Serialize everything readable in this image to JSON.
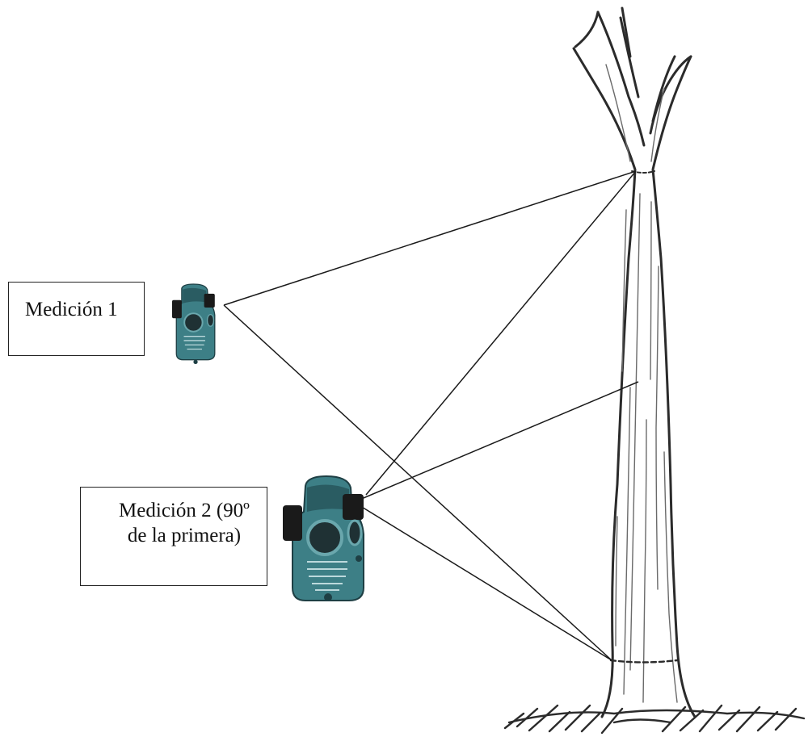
{
  "labels": {
    "measurement_1": "Medición 1",
    "measurement_2_line1": "Medición 2 (90º",
    "measurement_2_line2": "de la primera)"
  },
  "colors": {
    "sight_line": "#1a1a1a",
    "trunk_ink": "#2b2b2b",
    "device_body": "#3d7f86",
    "device_dark": "#2a5c62",
    "device_lens": "#1f3134"
  },
  "icons": {
    "device": "relascope-icon",
    "tree": "tree-trunk-icon"
  }
}
